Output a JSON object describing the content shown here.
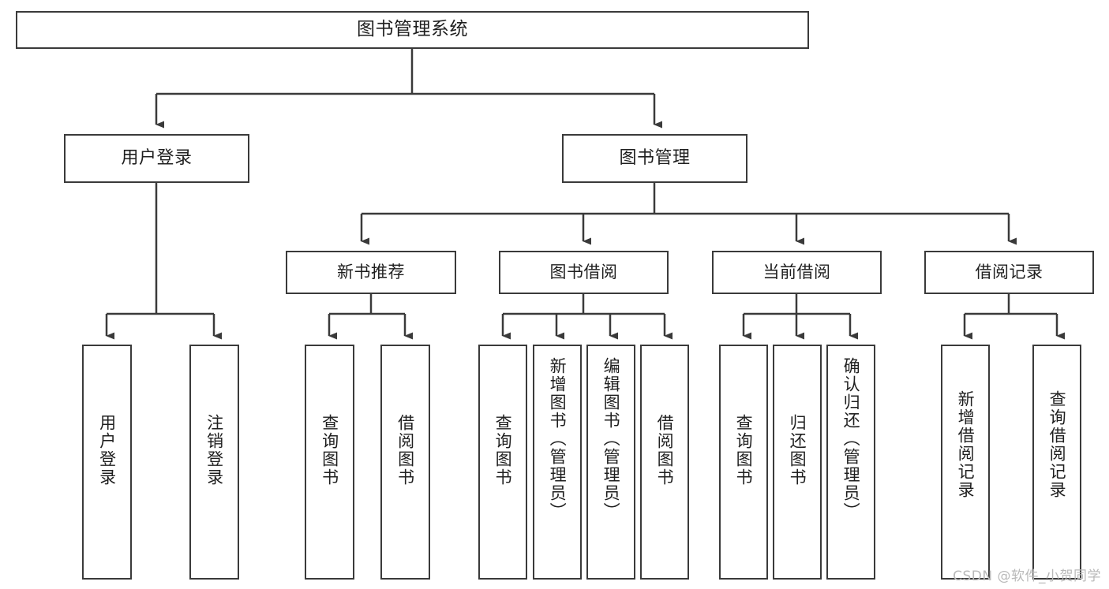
{
  "diagram": {
    "title": "图书管理系统",
    "type": "tree-hierarchy",
    "orientation": "top-down",
    "colors": {
      "box_border": "#3a3a3a",
      "box_fill": "#ffffff",
      "edge": "#3a3a3a",
      "text": "#1f1f1f",
      "watermark": "#b9b9b9"
    }
  },
  "root": {
    "label": "图书管理系统"
  },
  "level2": [
    {
      "label": "用户登录"
    },
    {
      "label": "图书管理"
    }
  ],
  "level3": [
    {
      "label": "新书推荐"
    },
    {
      "label": "图书借阅"
    },
    {
      "label": "当前借阅"
    },
    {
      "label": "借阅记录"
    }
  ],
  "leaves": {
    "user_login": [
      {
        "label": "用户登录"
      },
      {
        "label": "注销登录"
      }
    ],
    "new_book_recommend": [
      {
        "label": "查询图书"
      },
      {
        "label": "借阅图书"
      }
    ],
    "book_borrow": [
      {
        "label": "查询图书"
      },
      {
        "label": "新增图书（管理员）"
      },
      {
        "label": "编辑图书（管理员）"
      },
      {
        "label": "借阅图书"
      }
    ],
    "current_borrow": [
      {
        "label": "查询图书"
      },
      {
        "label": "归还图书"
      },
      {
        "label": "确认归还（管理员）"
      }
    ],
    "borrow_record": [
      {
        "label": "新增借阅记录"
      },
      {
        "label": "查询借阅记录"
      }
    ]
  },
  "watermark": {
    "text": "CSDN @软件_小贺同学"
  }
}
